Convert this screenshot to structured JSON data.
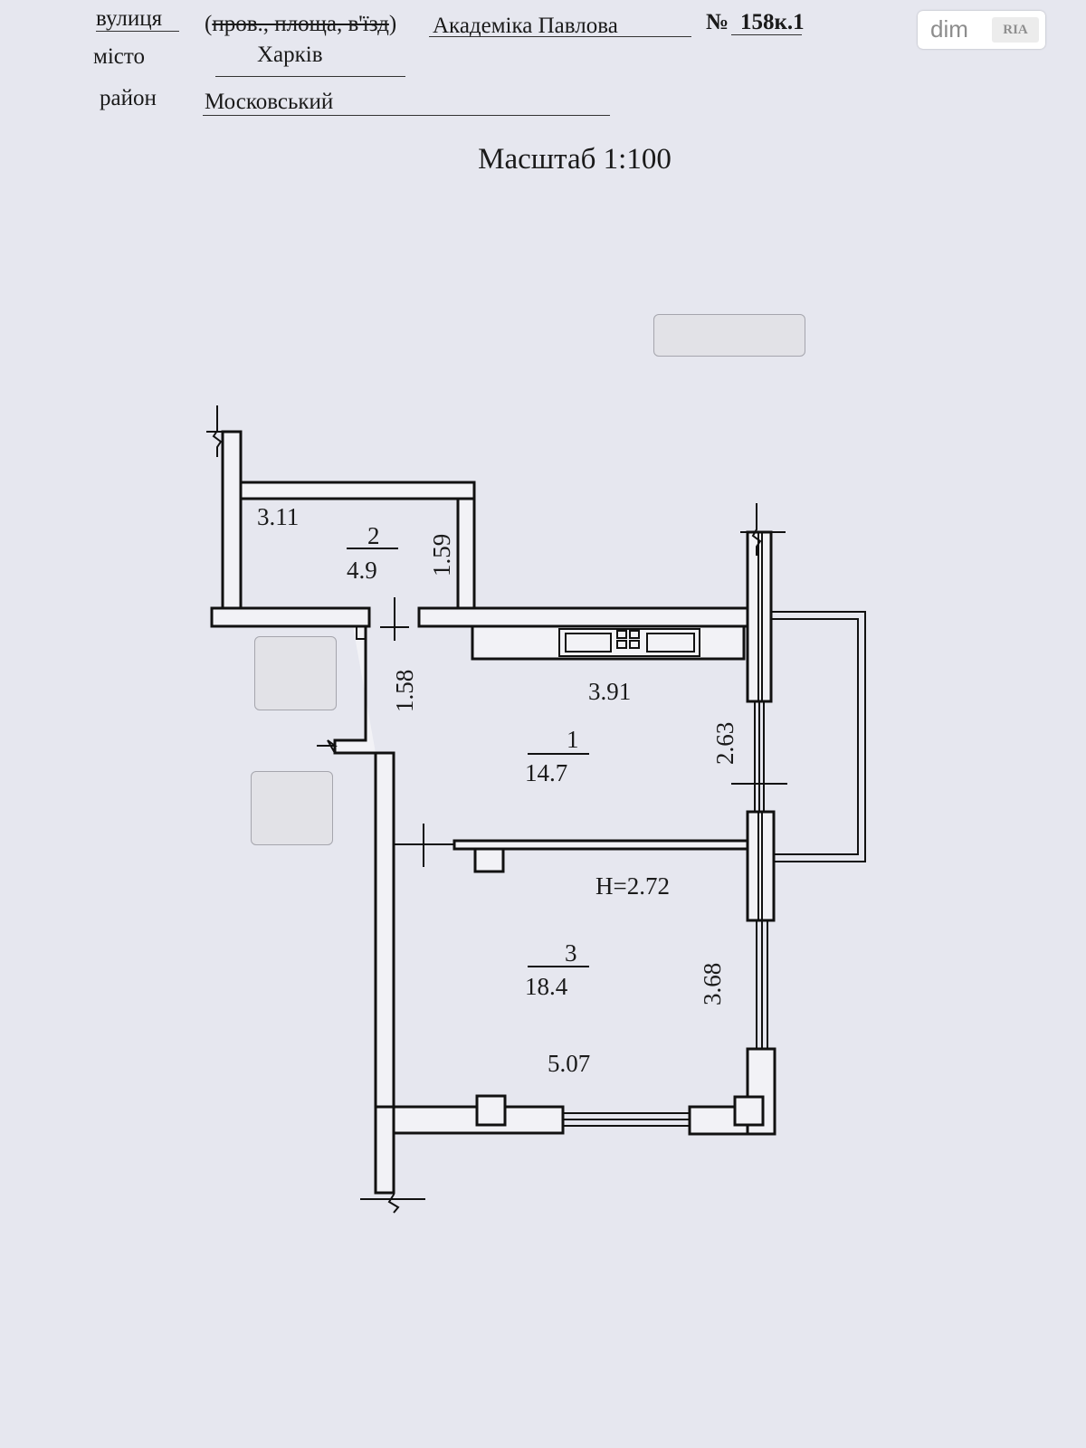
{
  "header": {
    "street_label": "вулиця",
    "street_alt_prefix": "(",
    "street_alt_struck": "пров., площа, в'їзд",
    "street_alt_suffix": ")",
    "street_value": "Академіка Павлова",
    "number_label": "№",
    "number_value": "158к.1",
    "city_label": "місто",
    "city_value": "Харків",
    "district_label": "район",
    "district_value": "Московський"
  },
  "scale": "Масштаб 1:100",
  "watermark": {
    "dim": "dim",
    "ria": "RIA"
  },
  "plan": {
    "room2": {
      "number": "2",
      "area": "4.9",
      "width": "3.11",
      "depth": "1.59"
    },
    "corridor": {
      "width": "1.58"
    },
    "room1": {
      "number": "1",
      "area": "14.7",
      "width": "3.91",
      "depth": "2.63"
    },
    "height": "H=2.72",
    "room3": {
      "number": "3",
      "area": "18.4",
      "width": "5.07",
      "depth": "3.68"
    }
  }
}
